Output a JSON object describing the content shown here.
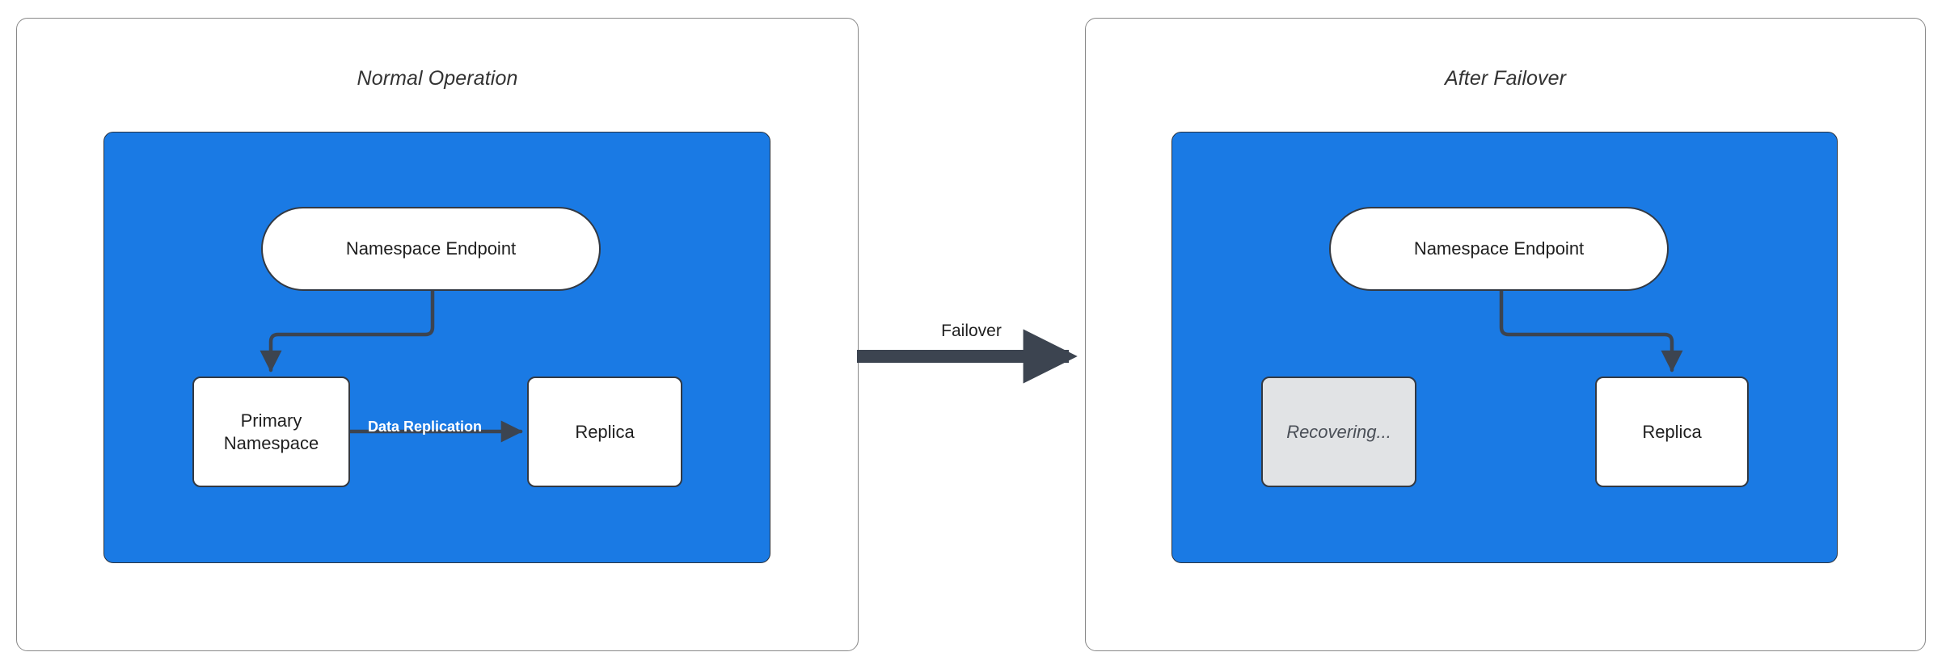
{
  "diagram": {
    "title_hidden": "",
    "colors": {
      "region_fill": "#1a7ae4",
      "node_fill": "#ffffff",
      "node_stroke": "#333942",
      "recovering_fill": "#e1e3e5",
      "connector": "#3c4450",
      "panel_border": "#888888",
      "label_on_blue": "#ffffff"
    },
    "panels": [
      {
        "id": "normal-operation",
        "title": "Normal Operation",
        "nodes": [
          {
            "id": "endpoint",
            "label": "Namespace Endpoint",
            "shape": "pill",
            "state": "active"
          },
          {
            "id": "primary",
            "label": "Primary\nNamespace",
            "line1": "Primary",
            "line2": "Namespace",
            "shape": "rect",
            "state": "active"
          },
          {
            "id": "replica",
            "label": "Replica",
            "shape": "rect",
            "state": "active"
          }
        ],
        "edges": [
          {
            "from": "endpoint",
            "to": "primary",
            "label": ""
          },
          {
            "from": "primary",
            "to": "replica",
            "label": "Data Replication"
          }
        ]
      },
      {
        "id": "after-failover",
        "title": "After Failover",
        "nodes": [
          {
            "id": "endpoint",
            "label": "Namespace Endpoint",
            "shape": "pill",
            "state": "active"
          },
          {
            "id": "recovering",
            "label": "Recovering...",
            "shape": "rect",
            "state": "recovering"
          },
          {
            "id": "replica",
            "label": "Replica",
            "shape": "rect",
            "state": "active"
          }
        ],
        "edges": [
          {
            "from": "endpoint",
            "to": "replica",
            "label": ""
          }
        ]
      }
    ],
    "transition": {
      "label": "Failover",
      "direction": "left-to-right"
    }
  }
}
